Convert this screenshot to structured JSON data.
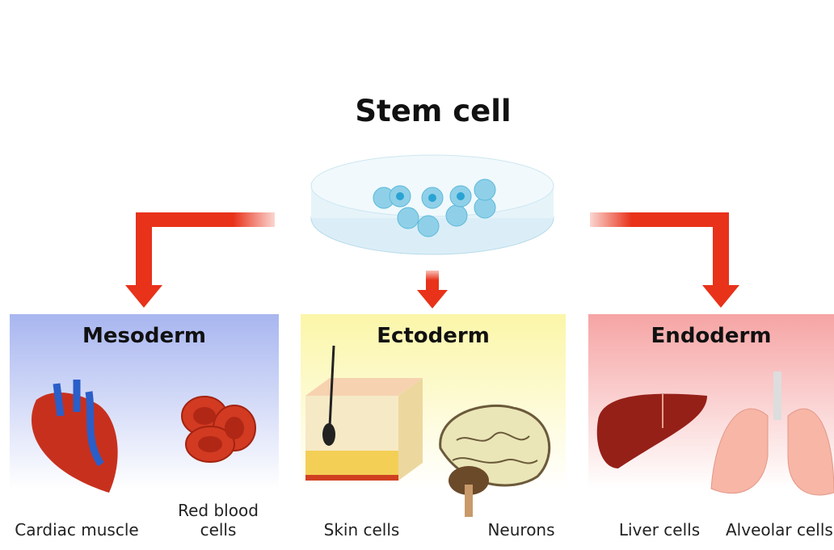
{
  "title": "Stem cell",
  "layers": [
    {
      "name": "Mesoderm",
      "color": "#a8b6f0",
      "cells": [
        "Cardiac muscle",
        "Red blood cells"
      ]
    },
    {
      "name": "Ectoderm",
      "color": "#fbf6a8",
      "cells": [
        "Skin cells",
        "Neurons"
      ]
    },
    {
      "name": "Endoderm",
      "color": "#f6a4a4",
      "cells": [
        "Liver cells",
        "Alveolar cells"
      ]
    }
  ],
  "arrow_color": "#e8321a"
}
